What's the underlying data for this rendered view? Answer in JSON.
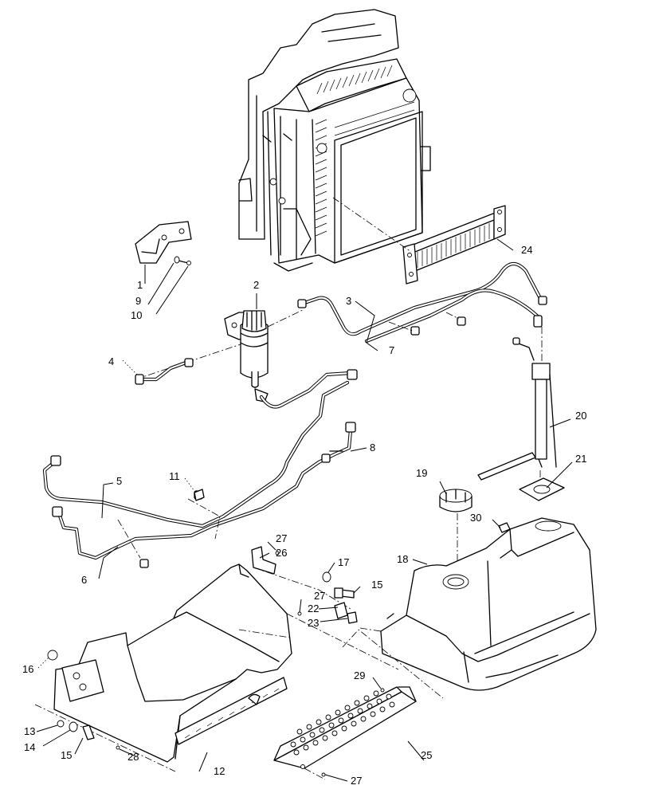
{
  "callouts": {
    "c1": "1",
    "c2": "2",
    "c3": "3",
    "c4": "4",
    "c5": "5",
    "c6": "6",
    "c7": "7",
    "c8": "8",
    "c9": "9",
    "c10": "10",
    "c11": "11",
    "c12": "12",
    "c13": "13",
    "c14": "14",
    "c15a": "15",
    "c15b": "15",
    "c16": "16",
    "c17": "17",
    "c18": "18",
    "c19": "19",
    "c20": "20",
    "c21": "21",
    "c22": "22",
    "c23": "23",
    "c24": "24",
    "c25": "25",
    "c26": "26",
    "c27a": "27",
    "c27b": "27",
    "c27c": "27",
    "c28": "28",
    "c29": "29",
    "c30": "30"
  }
}
